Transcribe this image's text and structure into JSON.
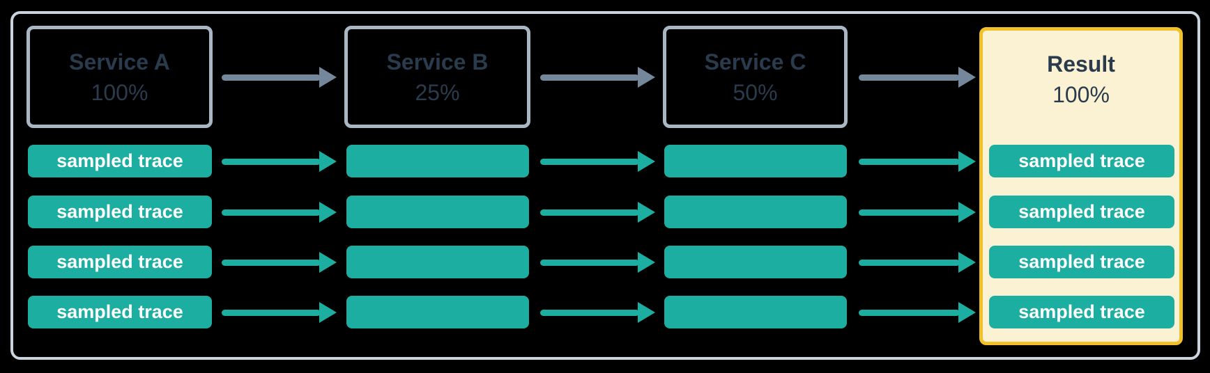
{
  "palette": {
    "bg": "#000000",
    "frame": "#C9D4DF",
    "box-border": "#A9B6C4",
    "heading": "#2A3B4D",
    "arrow-gray": "#75879A",
    "teal": "#1CAEA0",
    "trace-text": "#FFFFFF",
    "result-border": "#F2C028",
    "result-fill": "#FBF1D3"
  },
  "nodes": {
    "service_a": {
      "title": "Service A",
      "percent": "100%"
    },
    "service_b": {
      "title": "Service B",
      "percent": "25%"
    },
    "service_c": {
      "title": "Service C",
      "percent": "50%"
    },
    "result": {
      "title": "Result",
      "percent": "100%"
    }
  },
  "trace": {
    "label": "sampled trace",
    "rows": 4
  }
}
